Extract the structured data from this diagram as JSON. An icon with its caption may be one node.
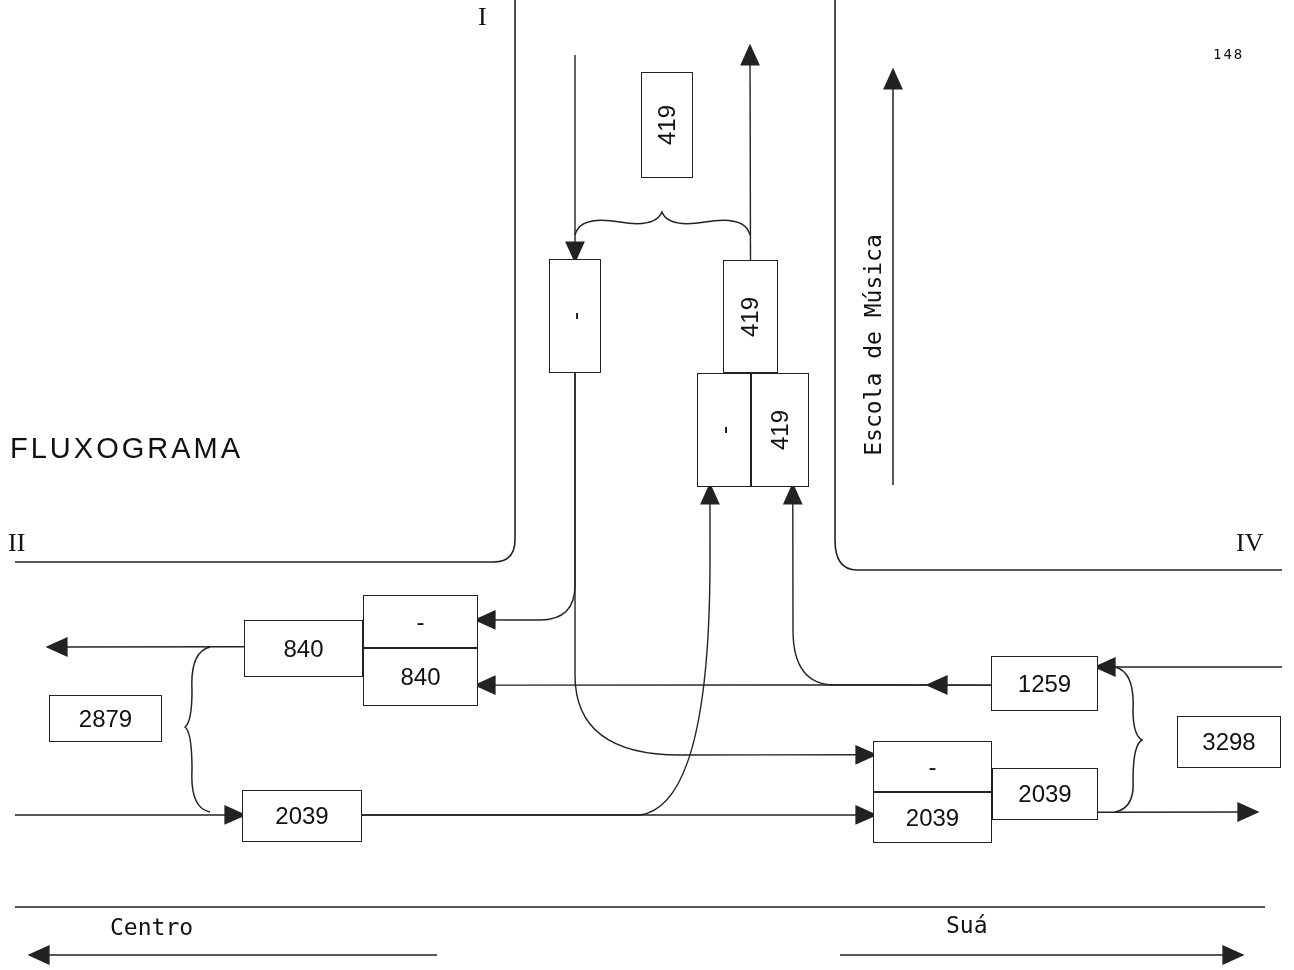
{
  "diagram": {
    "title": "FLUXOGRAMA",
    "nodes": [
      {
        "text": [
          "419"
        ]
      },
      {
        "text": [
          "-"
        ]
      },
      {
        "text": [
          "419"
        ]
      },
      {
        "text": [
          "-"
        ]
      },
      {
        "text": [
          "419"
        ]
      },
      {
        "text": [
          "840"
        ]
      },
      {
        "text": [
          "-"
        ]
      },
      {
        "text": [
          "840"
        ]
      },
      {
        "text": [
          "2879"
        ]
      },
      {
        "text": [
          "2039"
        ]
      },
      {
        "text": [
          "1259"
        ]
      },
      {
        "text": [
          "-"
        ]
      },
      {
        "text": [
          "2039"
        ]
      },
      {
        "text": [
          "2039"
        ]
      },
      {
        "text": [
          "3298"
        ]
      }
    ],
    "edges": [
      {
        "from": null,
        "to": 1,
        "arrow": "to"
      },
      {
        "from": 2,
        "to": null,
        "arrow": "to"
      },
      {
        "from": 1,
        "to": 6,
        "arrow": "to"
      },
      {
        "from": 1,
        "to": 11,
        "arrow": "to"
      },
      {
        "from": null,
        "to": 9,
        "arrow": "to"
      },
      {
        "from": 9,
        "to": 3,
        "arrow": "to"
      },
      {
        "from": 9,
        "to": 12,
        "arrow": "to"
      },
      {
        "from": null,
        "to": 10,
        "arrow": "to"
      },
      {
        "from": 10,
        "to": 7,
        "arrow": "to"
      },
      {
        "from": 10,
        "to": 4,
        "arrow": "to"
      },
      {
        "from": 5,
        "to": null,
        "arrow": "to"
      },
      {
        "from": 13,
        "to": null,
        "arrow": "to"
      }
    ],
    "labels": [
      "I",
      "148",
      "II",
      "IV",
      "Escola de Música",
      "Centro",
      "Suá"
    ]
  }
}
